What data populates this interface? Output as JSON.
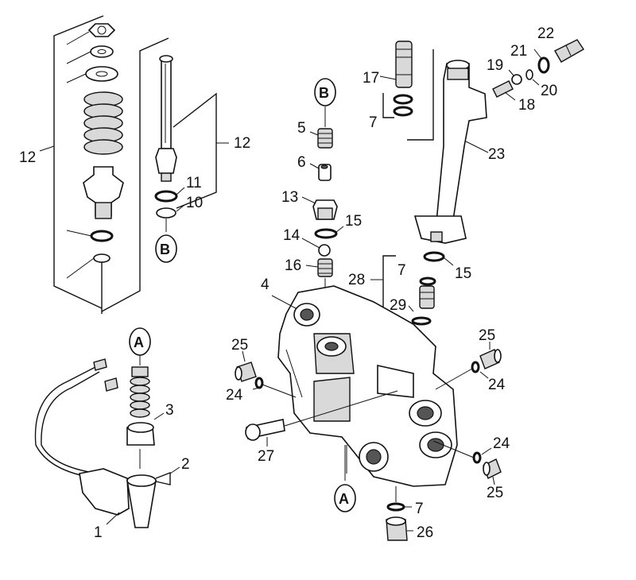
{
  "diagram": {
    "callouts": {
      "c1": "1",
      "c2": "2",
      "c3": "3",
      "c4": "4",
      "c5": "5",
      "c6": "6",
      "c7a": "7",
      "c7b": "7",
      "c7c": "7",
      "c10": "10",
      "c11": "11",
      "c12a": "12",
      "c12b": "12",
      "c13": "13",
      "c14": "14",
      "c15a": "15",
      "c15b": "15",
      "c16": "16",
      "c17": "17",
      "c18": "18",
      "c19": "19",
      "c20": "20",
      "c21": "21",
      "c22": "22",
      "c23": "23",
      "c24a": "24",
      "c24b": "24",
      "c24c": "24",
      "c25a": "25",
      "c25b": "25",
      "c25c": "25",
      "c26": "26",
      "c27": "27",
      "c28": "28",
      "c29": "29"
    },
    "connectors": {
      "a_top": "A",
      "a_bottom": "A",
      "b_left": "B",
      "b_right": "B"
    }
  }
}
